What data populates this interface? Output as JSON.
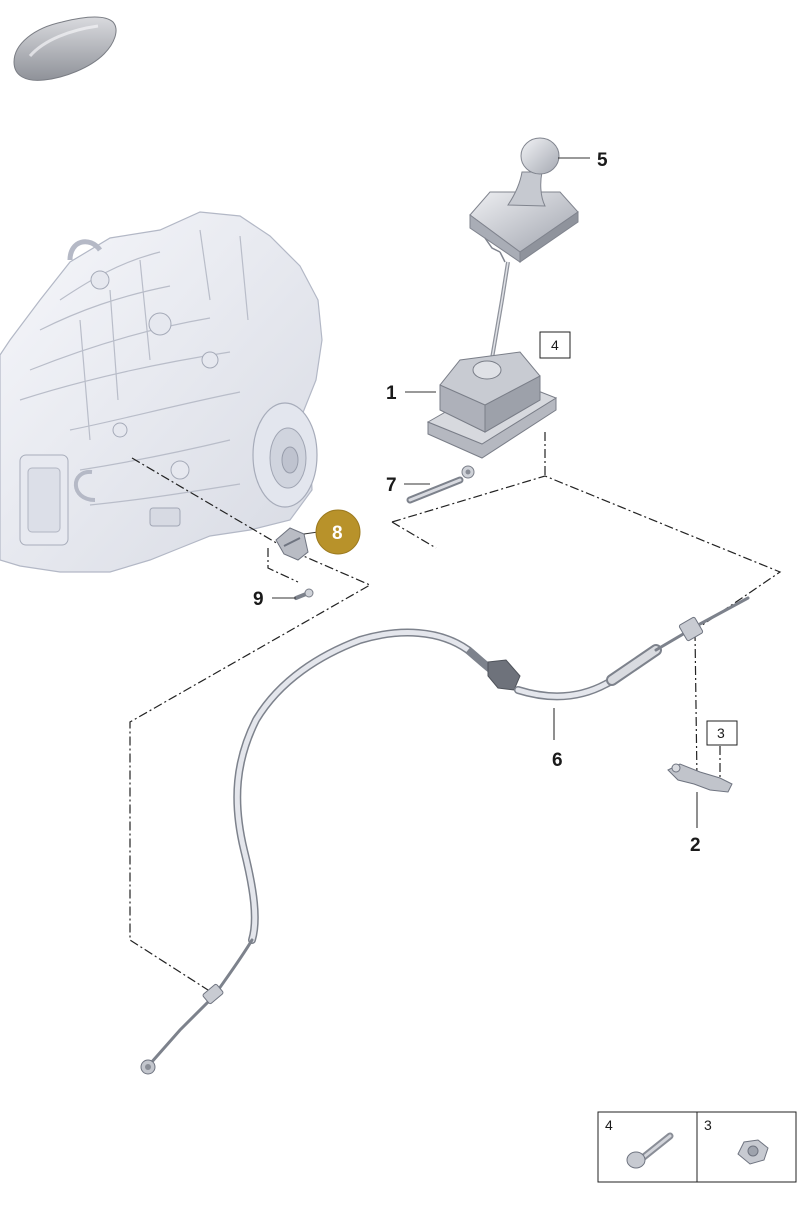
{
  "callouts": {
    "c1": "1",
    "c2": "2",
    "c3": "3",
    "c4": "4",
    "c5": "5",
    "c6": "6",
    "c7": "7",
    "c8": "8",
    "c9": "9"
  },
  "legend": {
    "cell_a_num": "4",
    "cell_b_num": "3"
  },
  "colors": {
    "highlight": "#b8922a",
    "part_fill": "#d6d8de",
    "part_shadow": "#9ea3ad",
    "transmission_fill": "#eceef4",
    "line": "#222222"
  },
  "icons": {
    "car": "car-silhouette-icon",
    "shift_knob": "gear-shift-knob-icon",
    "shift_housing": "shift-housing-icon",
    "cable": "shift-cable-icon",
    "bolt": "bolt-icon",
    "nut": "flange-nut-icon"
  }
}
